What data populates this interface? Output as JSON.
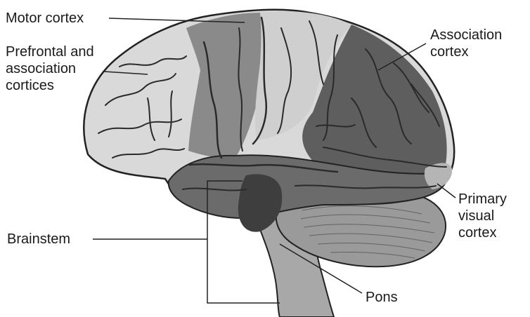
{
  "labels": {
    "motor_cortex": "Motor cortex",
    "prefrontal": [
      "Prefrontal and",
      "association",
      "cortices"
    ],
    "association": [
      "Association",
      "cortex"
    ],
    "primary_visual": [
      "Primary",
      "visual",
      "cortex"
    ],
    "brainstem": "Brainstem",
    "pons": "Pons"
  },
  "colors": {
    "light_gray": "#d2d2d2",
    "mid_gray": "#8c8c8c",
    "dark_gray": "#5a5a5a",
    "darker_gray": "#4a4a4a",
    "outline": "#222222"
  }
}
